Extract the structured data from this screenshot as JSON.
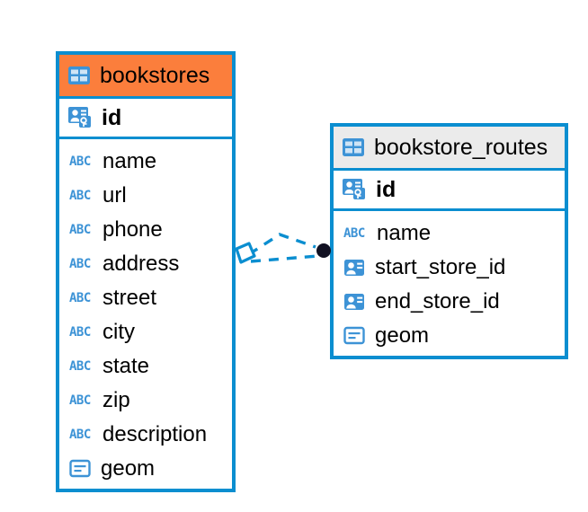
{
  "diagram": {
    "type": "entity-relationship-diagram",
    "colors": {
      "entity_border": "#0b8ed0",
      "selected_header_bg": "#fb7e3c",
      "unselected_header_bg": "#ebebeb",
      "icon_blue": "#3d93d6",
      "connector_line": "#0b8ed0",
      "connector_endpoint": "#111122",
      "background": "#ffffff"
    },
    "entities": [
      {
        "name": "bookstores",
        "selected": true,
        "header_icon": "table-icon",
        "primary_key": {
          "name": "id",
          "icon": "primary-key-icon"
        },
        "fields": [
          {
            "name": "name",
            "icon": "text-type-icon"
          },
          {
            "name": "url",
            "icon": "text-type-icon"
          },
          {
            "name": "phone",
            "icon": "text-type-icon"
          },
          {
            "name": "address",
            "icon": "text-type-icon"
          },
          {
            "name": "street",
            "icon": "text-type-icon"
          },
          {
            "name": "city",
            "icon": "text-type-icon"
          },
          {
            "name": "state",
            "icon": "text-type-icon"
          },
          {
            "name": "zip",
            "icon": "text-type-icon"
          },
          {
            "name": "description",
            "icon": "text-type-icon"
          },
          {
            "name": "geom",
            "icon": "geometry-type-icon"
          }
        ]
      },
      {
        "name": "bookstore_routes",
        "selected": false,
        "header_icon": "table-icon",
        "primary_key": {
          "name": "id",
          "icon": "primary-key-icon"
        },
        "fields": [
          {
            "name": "name",
            "icon": "text-type-icon"
          },
          {
            "name": "start_store_id",
            "icon": "foreign-key-icon"
          },
          {
            "name": "end_store_id",
            "icon": "foreign-key-icon"
          },
          {
            "name": "geom",
            "icon": "geometry-type-icon"
          }
        ]
      }
    ],
    "relationship": {
      "style": "dashed",
      "source_endpoint": "diamond",
      "target_endpoint": "filled-circle",
      "from": "bookstores",
      "to": "bookstore_routes"
    },
    "icon_glyphs": {
      "text_type_label": "ABC"
    }
  }
}
